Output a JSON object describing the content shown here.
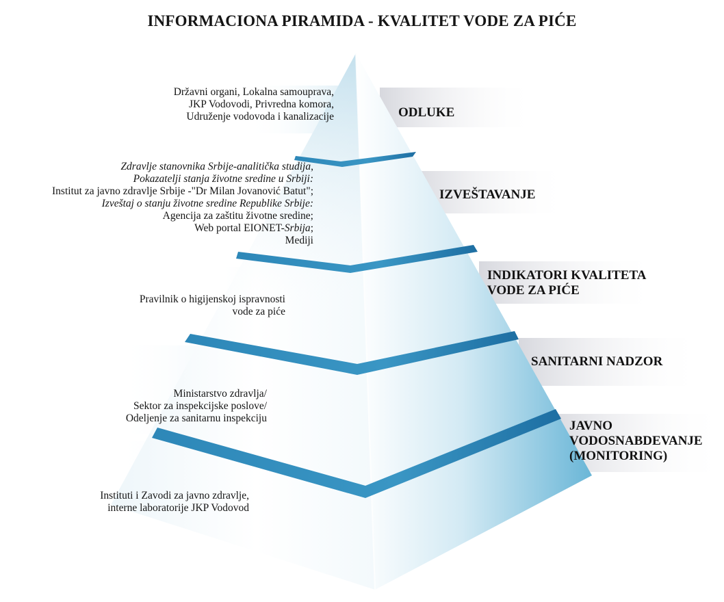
{
  "title": "INFORMACIONA PIRAMIDA - KVALITET VODE ZA PIĆE",
  "colors": {
    "band_light": "#ffffff",
    "band_mid": "#bfe0ef",
    "band_dark": "#4a9fc8",
    "shade": "#dfe0e5",
    "text": "#121212"
  },
  "levels": [
    {
      "label_lines": [
        "ODLUKE"
      ],
      "description_lines": [
        "Državni organi, Lokalna samouprava,",
        "JKP Vodovodi, Privredna komora,",
        "Udruženje vodovoda i kanalizacije"
      ]
    },
    {
      "label_lines": [
        "IZVEŠTAVANJE"
      ],
      "description": {
        "l1": "Zdravlje stanovnika Srbije-analitička studija",
        "l1_suffix": ",",
        "l2": "Pokazatelji stanja životne sredine u Srbiji:",
        "l3": "Institut za javno zdravlje Srbije -\"Dr Milan Jovanović Batut\";",
        "l4": "Izveštaj o stanju životne sredine Republike Srbije:",
        "l5": "Agencija za zaštitu životne sredine;",
        "l6_prefix": "Web portal EIONET-",
        "l6_italic": "Srbija",
        "l6_suffix": ";",
        "l7": "Mediji"
      }
    },
    {
      "label_lines": [
        "INDIKATORI KVALITETA",
        "VODE ZA PIĆE"
      ],
      "description_lines": [
        "Pravilnik o higijenskoj ispravnosti",
        "vode za piće"
      ]
    },
    {
      "label_lines": [
        "SANITARNI NADZOR"
      ],
      "description_lines": [
        "Ministarstvo zdravlja/",
        "Sektor za inspekcijske poslove/",
        "Odeljenje za sanitarnu inspekciju"
      ]
    },
    {
      "label_lines": [
        "JAVNO",
        "VODOSNABDEVANJE",
        "(MONITORING)"
      ],
      "description_lines": [
        "Instituti i Zavodi za javno zdravlje,",
        "interne laboratorije JKP Vodovod"
      ]
    }
  ]
}
